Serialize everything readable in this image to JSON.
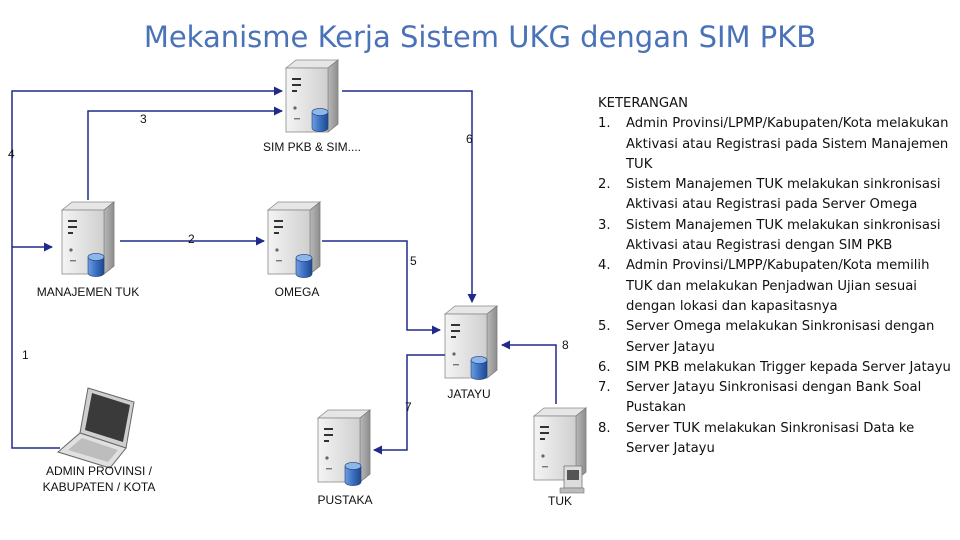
{
  "title": "Mekanisme Kerja Sistem UKG dengan SIM PKB",
  "nodes": {
    "sim_pkb": "SIM PKB & SIM....",
    "manajemen_tuk": "MANAJEMEN TUK",
    "omega": "OMEGA",
    "jatayu": "JATAYU",
    "admin_line1": "ADMIN PROVINSI /",
    "admin_line2": "KABUPATEN / KOTA",
    "pustaka": "PUSTAKA",
    "tuk": "TUK"
  },
  "edge_labels": [
    "1",
    "2",
    "3",
    "4",
    "5",
    "6",
    "7",
    "8"
  ],
  "keterangan": {
    "title": "KETERANGAN",
    "items": [
      {
        "num": "1.",
        "text": "Admin Provinsi/LPMP/Kabupaten/Kota melakukan Aktivasi atau Registrasi pada Sistem Manajemen TUK"
      },
      {
        "num": "2.",
        "text": "Sistem Manajemen TUK melakukan sinkronisasi Aktivasi atau Registrasi pada Server Omega"
      },
      {
        "num": "3.",
        "text": "Sistem Manajemen TUK melakukan sinkronisasi Aktivasi atau Registrasi dengan SIM PKB"
      },
      {
        "num": "4.",
        "text": "Admin Provinsi/LMPP/Kabupaten/Kota memilih TUK dan melakukan Penjadwan Ujian sesuai dengan lokasi dan kapasitasnya"
      },
      {
        "num": "5.",
        "text": "Server Omega melakukan Sinkronisasi dengan Server Jatayu"
      },
      {
        "num": "6.",
        "text": "SIM PKB melakukan Trigger kepada Server Jatayu"
      },
      {
        "num": "7.",
        "text": "Server Jatayu Sinkronisasi dengan Bank Soal Pustakan"
      },
      {
        "num": "8.",
        "text": "Server TUK melakukan Sinkronisasi Data ke Server Jatayu"
      }
    ]
  },
  "colors": {
    "title": "#4a72b8",
    "arrow": "#1f2a8c",
    "server_body": "#e0e0e0",
    "database": "#2f5da8"
  }
}
